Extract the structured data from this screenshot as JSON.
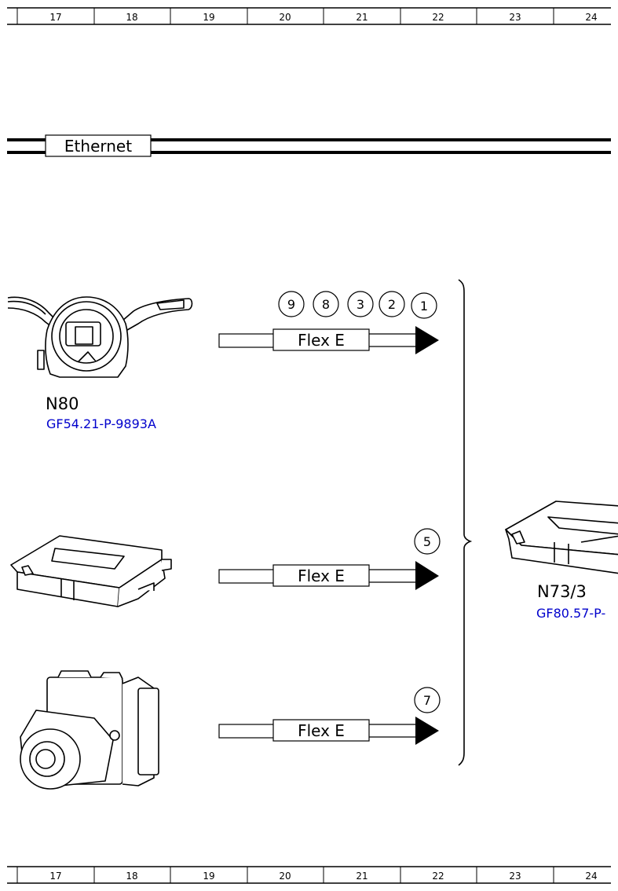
{
  "ruler": {
    "columns": [
      "17",
      "18",
      "19",
      "20",
      "21",
      "22",
      "23",
      "24"
    ]
  },
  "bus": {
    "label": "Ethernet"
  },
  "connections": [
    {
      "label": "Flex E",
      "markers": [
        "9",
        "8",
        "3",
        "2",
        "1"
      ]
    },
    {
      "label": "Flex E",
      "markers": [
        "5"
      ]
    },
    {
      "label": "Flex E",
      "markers": [
        "7"
      ]
    }
  ],
  "components": {
    "n80": {
      "name": "N80",
      "ref": "GF54.21-P-9893A"
    },
    "n73_3": {
      "name": "N73/3",
      "ref": "GF80.57-P-"
    }
  },
  "colors": {
    "link": "#0000cc",
    "line": "#000000"
  }
}
